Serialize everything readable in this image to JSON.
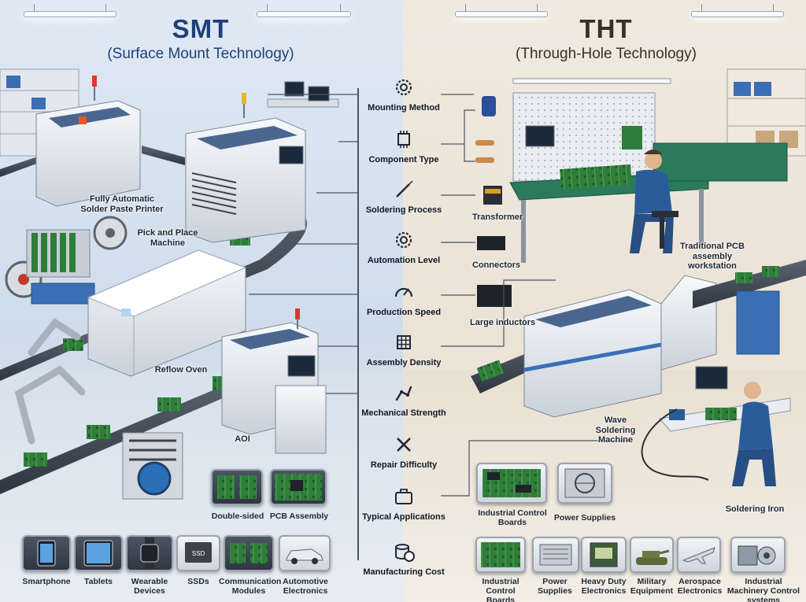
{
  "smt": {
    "title": "SMT",
    "subtitle": "(Surface Mount Technology)",
    "machines": {
      "printer": "Fully Automatic Solder Paste Printer",
      "pick_place": "Pick and Place Machine",
      "reflow": "Reflow Oven",
      "aoi": "AOI"
    },
    "boards": {
      "double_sided": "Double-sided",
      "pcb_assembly": "PCB Assembly"
    },
    "applications": [
      "Smartphone",
      "Tablets",
      "Wearable Devices",
      "SSDs",
      "Communication Modules",
      "Automotive Electronics"
    ],
    "ssd_tag": "SSD"
  },
  "tht": {
    "title": "THT",
    "subtitle": "(Through-Hole Technology)",
    "components": {
      "transformer": "Transformer",
      "connectors": "Connectors",
      "inductors": "Large inductors"
    },
    "workstation": "Traditional PCB assembly workstation",
    "wave": "Wave Soldering Machine",
    "iron": "Soldering Iron",
    "products": {
      "control_boards": "Industrial Control Boards",
      "power_supplies": "Power Supplies"
    },
    "applications": [
      "Industrial Control Boards",
      "Power Supplies",
      "Heavy Duty Electronics",
      "Military Equipment",
      "Aerospace Electronics",
      "Industrial Machinery Control systems"
    ]
  },
  "criteria": [
    {
      "label": "Mounting Method",
      "icon": "gear-icon"
    },
    {
      "label": "Component Type",
      "icon": "chip-icon"
    },
    {
      "label": "Soldering Process",
      "icon": "soldering-iron-icon"
    },
    {
      "label": "Automation Level",
      "icon": "gear-icon"
    },
    {
      "label": "Production Speed",
      "icon": "speedometer-icon"
    },
    {
      "label": "Assembly Density",
      "icon": "grid-icon"
    },
    {
      "label": "Mechanical Strength",
      "icon": "robot-arm-icon"
    },
    {
      "label": "Repair Difficulty",
      "icon": "tools-icon"
    },
    {
      "label": "Typical Applications",
      "icon": "briefcase-icon"
    },
    {
      "label": "Manufacturing Cost",
      "icon": "coins-icon"
    }
  ],
  "colors": {
    "smt_title": "#1f3f7a",
    "tht_title": "#3b2e24",
    "machine_blue": "#3a6fb5",
    "pcb_green": "#2e7d3a"
  }
}
